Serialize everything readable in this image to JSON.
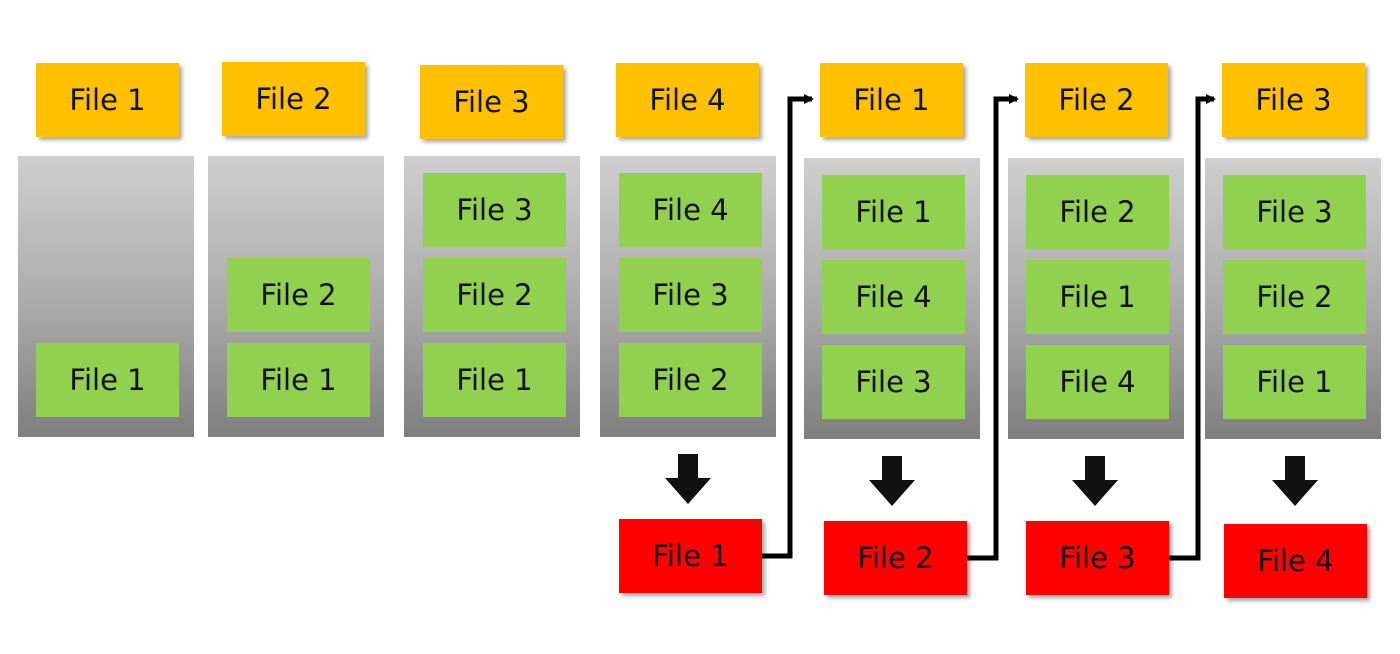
{
  "columns": [
    {
      "request": "File 1",
      "cache": [
        "File 1"
      ],
      "evicted": null
    },
    {
      "request": "File 2",
      "cache": [
        "File 2",
        "File 1"
      ],
      "evicted": null
    },
    {
      "request": "File 3",
      "cache": [
        "File 3",
        "File 2",
        "File 1"
      ],
      "evicted": null
    },
    {
      "request": "File 4",
      "cache": [
        "File 4",
        "File 3",
        "File 2"
      ],
      "evicted": "File 1"
    },
    {
      "request": "File 1",
      "cache": [
        "File 1",
        "File 4",
        "File 3"
      ],
      "evicted": "File 2"
    },
    {
      "request": "File 2",
      "cache": [
        "File 2",
        "File 1",
        "File 4"
      ],
      "evicted": "File 3"
    },
    {
      "request": "File 3",
      "cache": [
        "File 3",
        "File 2",
        "File 1"
      ],
      "evicted": "File 4"
    }
  ],
  "colors": {
    "request": "#FFC000",
    "cached": "#92D050",
    "evicted": "#FF0000",
    "arrow": "#000000"
  }
}
